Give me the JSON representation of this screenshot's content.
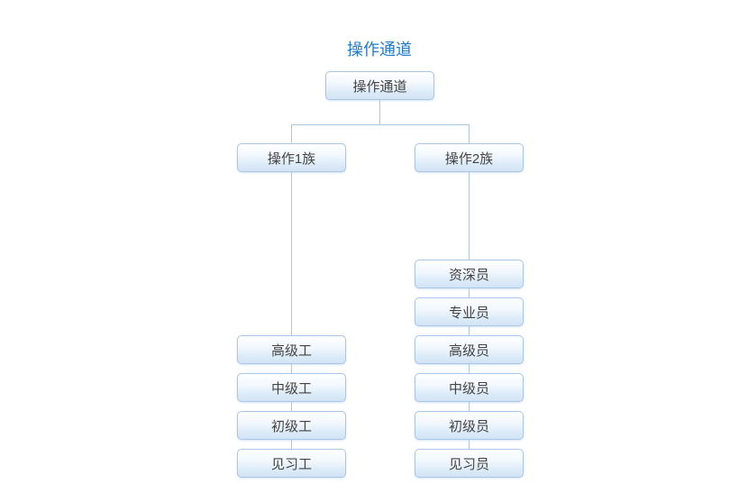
{
  "chart": {
    "title": "操作通道",
    "root": "操作通道",
    "branches": [
      {
        "label": "操作1族",
        "levels": [
          "高级工",
          "中级工",
          "初级工",
          "见习工"
        ]
      },
      {
        "label": "操作2族",
        "levels": [
          "资深员",
          "专业员",
          "高级员",
          "中级员",
          "初级员",
          "见习员"
        ]
      }
    ]
  },
  "colors": {
    "title_text": "#1f7ad3",
    "node_border": "#a9c7e8",
    "node_background_top": "#ffffff",
    "node_background_bottom": "#d3e4f5",
    "node_text": "#444444",
    "connector": "#aac8e8",
    "page_background": "#ffffff"
  }
}
